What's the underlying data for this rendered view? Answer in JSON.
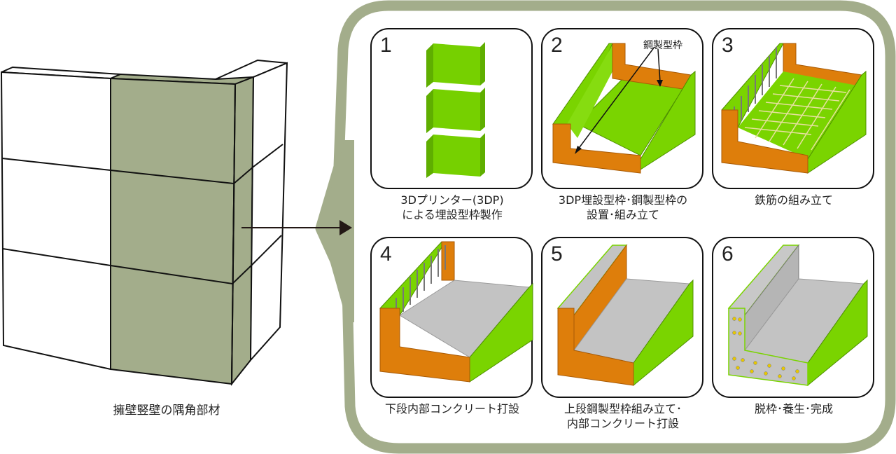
{
  "left_figure": {
    "caption": "擁壁竪壁の隅角部材",
    "highlight_color": "#a3ad8b"
  },
  "bubble": {
    "border_color": "#a3ad8b"
  },
  "colors": {
    "green": "#7ad400",
    "green_dark": "#5fae00",
    "orange": "#de7e0b",
    "orange_dark": "#a85a05",
    "concrete": "#c3c3c3",
    "concrete_dark": "#9a9a9a",
    "rebar": "#e8e0a0"
  },
  "steps": [
    {
      "number": "1",
      "caption_line1": "3Dプリンター(3DP)",
      "caption_line2": "による埋設型枠製作"
    },
    {
      "number": "2",
      "caption_line1": "3DP埋設型枠･鋼製型枠の",
      "caption_line2": "設置･組み立て",
      "callout": "鋼製型枠"
    },
    {
      "number": "3",
      "caption_line1": "鉄筋の組み立て",
      "caption_line2": ""
    },
    {
      "number": "4",
      "caption_line1": "下段内部コンクリート打設",
      "caption_line2": ""
    },
    {
      "number": "5",
      "caption_line1": "上段鋼製型枠組み立て･",
      "caption_line2": "内部コンクリート打設"
    },
    {
      "number": "6",
      "caption_line1": "脱枠･養生･完成",
      "caption_line2": ""
    }
  ]
}
